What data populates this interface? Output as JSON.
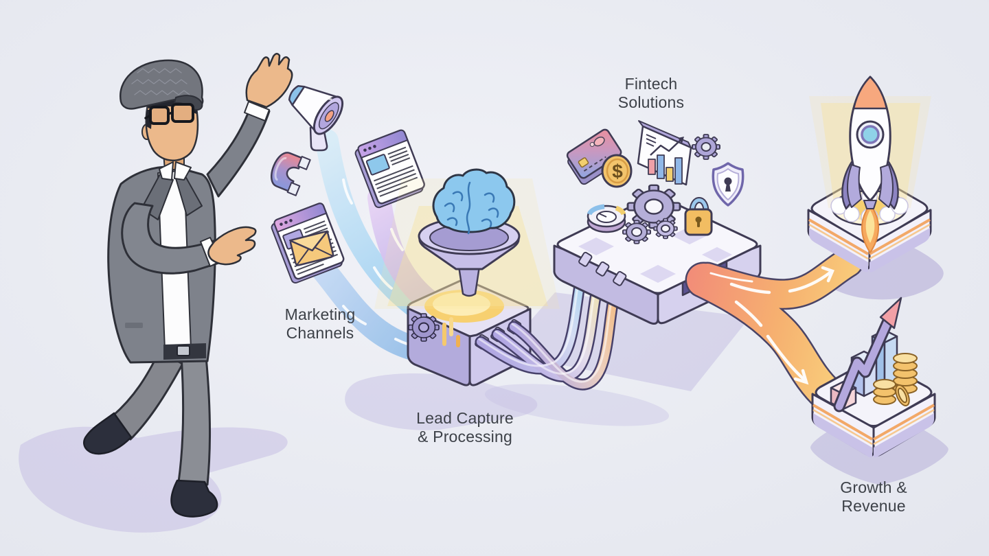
{
  "scene": {
    "description": "Isometric illustration of a marketing-to-revenue pipeline presented by a man in a flat cap and gray suit",
    "background_color": "#e9ebf2",
    "text_color": "#3d4148",
    "currency_symbol": "$",
    "stages": [
      {
        "id": "marketing-channels",
        "label": {
          "line1": "Marketing",
          "line2": "Channels"
        },
        "icons": [
          "megaphone-icon",
          "magnet-icon",
          "browser-window-icon",
          "newsletter-envelope-icon"
        ]
      },
      {
        "id": "lead-capture-processing",
        "label": {
          "line1": "Lead Capture",
          "line2": "& Processing"
        },
        "icons": [
          "brain-icon",
          "funnel-icon",
          "gear-icon",
          "activity-bars-icon"
        ]
      },
      {
        "id": "fintech-solutions",
        "label": {
          "line1": "Fintech",
          "line2": "Solutions"
        },
        "icons": [
          "credit-card-icon",
          "dollar-coin-icon",
          "analytics-screen-icon",
          "gear-icon",
          "shield-icon",
          "padlock-icon",
          "gauge-donut-icon"
        ]
      },
      {
        "id": "growth-revenue",
        "label": {
          "line1": "Growth &",
          "line2": "Revenue"
        },
        "icons": [
          "rocket-icon",
          "launch-pad-icon",
          "growth-arrow-icon",
          "bar-chart-3d-icon",
          "coin-stacks-icon"
        ]
      }
    ],
    "connectors": [
      {
        "id": "lead-streams",
        "from": "marketing-channels",
        "to": "lead-capture-processing",
        "style": "blue and purple gradient streams"
      },
      {
        "id": "data-pipes",
        "from": "lead-capture-processing",
        "to": "fintech-solutions",
        "style": "three purple-to-color gradient tubes"
      },
      {
        "id": "flow-ribbon",
        "from": "fintech-solutions",
        "to": "growth-revenue",
        "style": "coral-to-yellow ribbon branching to launch pad and revenue platform"
      }
    ],
    "figure": {
      "id": "presenter",
      "description": "man wearing herringbone flat cap and glasses, gray suit, gesturing toward the pipeline"
    },
    "colors": {
      "lavender": "#b9b2e2",
      "lavender_deep": "#8d84c2",
      "glow_yellow": "#f7d070",
      "stream_blue": "#96ccf0",
      "stream_purple": "#b4a6e8",
      "ribbon_coral": "#f2907c",
      "ribbon_yellow": "#f8d178",
      "brain_blue": "#8cc8ee",
      "gold": "#f3c46c",
      "outline": "#3f3b54",
      "suit_gray": "#7e828b"
    }
  }
}
